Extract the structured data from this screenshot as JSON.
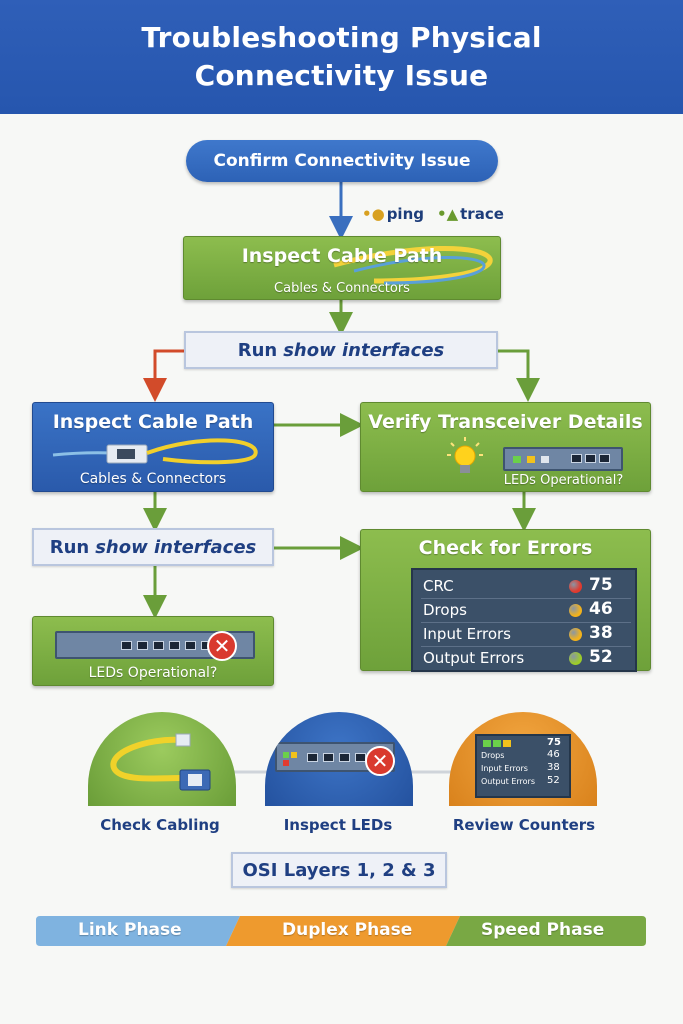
{
  "header": {
    "title_line1": "Troubleshooting Physical",
    "title_line2": "Connectivity Issue"
  },
  "start": {
    "label": "Confirm Connectivity Issue"
  },
  "tools": {
    "ping": "ping",
    "trace": "trace"
  },
  "step1": {
    "title": "Inspect Cable Path",
    "subtitle": "Cables & Connectors"
  },
  "show1": {
    "prefix": "Run",
    "command": "show interfaces"
  },
  "left_box": {
    "title": "Inspect Cable Path",
    "subtitle": "Cables & Connectors"
  },
  "right_box": {
    "title": "Verify Transceiver Details",
    "subtitle": "LEDs Operational?"
  },
  "show2": {
    "prefix": "Run",
    "command": "show interfaces"
  },
  "errors": {
    "title": "Check for Errors",
    "rows": [
      {
        "label": "CRC",
        "value": "75",
        "status_color": "#e03a2e"
      },
      {
        "label": "Drops",
        "value": "46",
        "status_color": "#f2b21c"
      },
      {
        "label": "Input Errors",
        "value": "38",
        "status_color": "#f2b21c"
      },
      {
        "label": "Output Errors",
        "value": "52",
        "status_color": "#9ccc2a"
      }
    ]
  },
  "leds_box": {
    "subtitle": "LEDs Operational?"
  },
  "summary": {
    "items": [
      {
        "label": "Check Cabling",
        "icon": "cable-icon"
      },
      {
        "label": "Inspect LEDs",
        "icon": "switch-error-icon"
      },
      {
        "label": "Review Counters",
        "icon": "counters-panel-icon"
      }
    ],
    "mini_counters": [
      {
        "label": "",
        "value": "75"
      },
      {
        "label": "Drops",
        "value": "46"
      },
      {
        "label": "Input Errors",
        "value": "38"
      },
      {
        "label": "Output Errors",
        "value": "52"
      }
    ]
  },
  "osi": {
    "label": "OSI Layers 1, 2 & 3"
  },
  "phases": [
    {
      "label": "Link Phase",
      "color": "#7fb3e0"
    },
    {
      "label": "Duplex Phase",
      "color": "#ee9a2e"
    },
    {
      "label": "Speed Phase",
      "color": "#79a844"
    }
  ],
  "colors": {
    "header": "#2a5ab0",
    "green": "#7aab40",
    "blue": "#2f62b4",
    "arrow_green": "#6a9e3a",
    "arrow_red": "#d24b2a",
    "arrow_blue": "#3a6fbf"
  }
}
